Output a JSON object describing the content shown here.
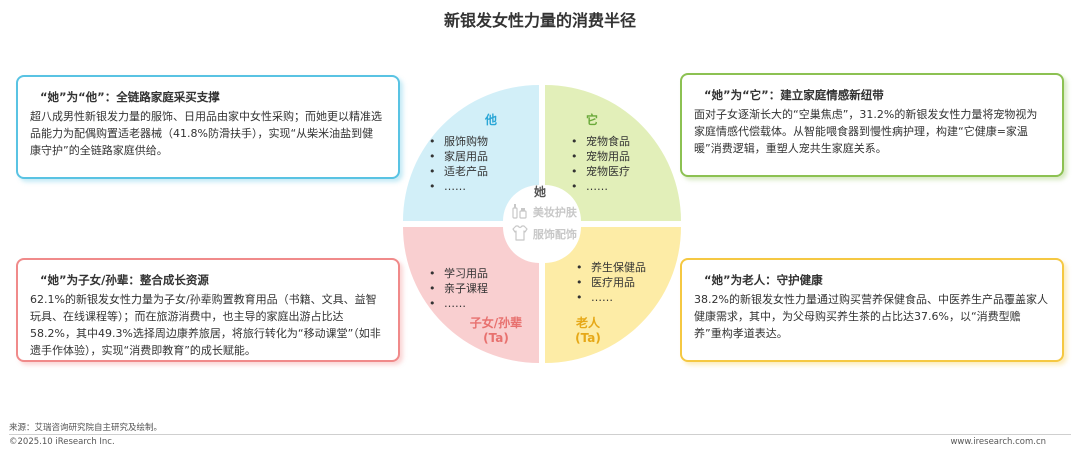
{
  "title": "新银发女性力量的消费半径",
  "cards": {
    "ta": {
      "heading": "“她”为“他”：全链路家庭采买支撑",
      "body": "超八成男性新银发力量的服饰、日用品由家中女性采购；而她更以精准选品能力为配偶购置适老器械（41.8%防滑扶手），实现“从柴米油盐到健康守护”的全链路家庭供给。"
    },
    "it": {
      "heading": "“她”为“它”：建立家庭情感新纽带",
      "body": "面对子女逐渐长大的“空巢焦虑”，31.2%的新银发女性力量将宠物视为家庭情感代偿载体。从智能喂食器到慢性病护理，构建“它健康=家温暖”消费逻辑，重塑人宠共生家庭关系。"
    },
    "kids": {
      "heading": "“她”为子女/孙辈：整合成长资源",
      "body": "62.1%的新银发女性力量为子女/孙辈购置教育用品（书籍、文具、益智玩具、在线课程等）；而在旅游消费中，也主导的家庭出游占比达58.2%，其中49.3%选择周边康养旅居，将旅行转化为“移动课堂”（如非遗手作体验），实现“消费即教育”的成长赋能。"
    },
    "elder": {
      "heading": "“她”为老人：守护健康",
      "body": "38.2%的新银发女性力量通过购买营养保健食品、中医养生产品覆盖家人健康需求，其中，为父母购买养生茶的占比达37.6%，以“消费型赡养”重构孝道表达。"
    }
  },
  "diagram": {
    "center_label": "她",
    "center_items": [
      "美妆护肤",
      "服饰配饰"
    ],
    "center_icons": [
      "cosmetics-icon",
      "shirt-icon"
    ],
    "quadrants": {
      "ta": {
        "label": "他",
        "color": "#d2eff8",
        "items": [
          "服饰购物",
          "家居用品",
          "适老产品",
          "……"
        ]
      },
      "it": {
        "label": "它",
        "color": "#e2efb9",
        "items": [
          "宠物食品",
          "宠物用品",
          "宠物医疗",
          "……"
        ]
      },
      "kids": {
        "label": "子女/孙辈",
        "label2": "(Ta)",
        "color": "#f9cfd0",
        "items": [
          "学习用品",
          "亲子课程",
          "……"
        ]
      },
      "elder": {
        "label": "老人",
        "label2": "(Ta)",
        "color": "#fdeca6",
        "items": [
          "养生保健品",
          "医疗用品",
          "……"
        ]
      }
    },
    "label_colors": {
      "ta": "#2aa6d6",
      "it": "#6aa93a",
      "kids": "#e8716f",
      "elder": "#e6a817"
    }
  },
  "footer": {
    "source": "来源：艾瑞咨询研究院自主研究及绘制。",
    "copyright": "©2025.10 iResearch Inc.",
    "url": "www.iresearch.com.cn"
  }
}
